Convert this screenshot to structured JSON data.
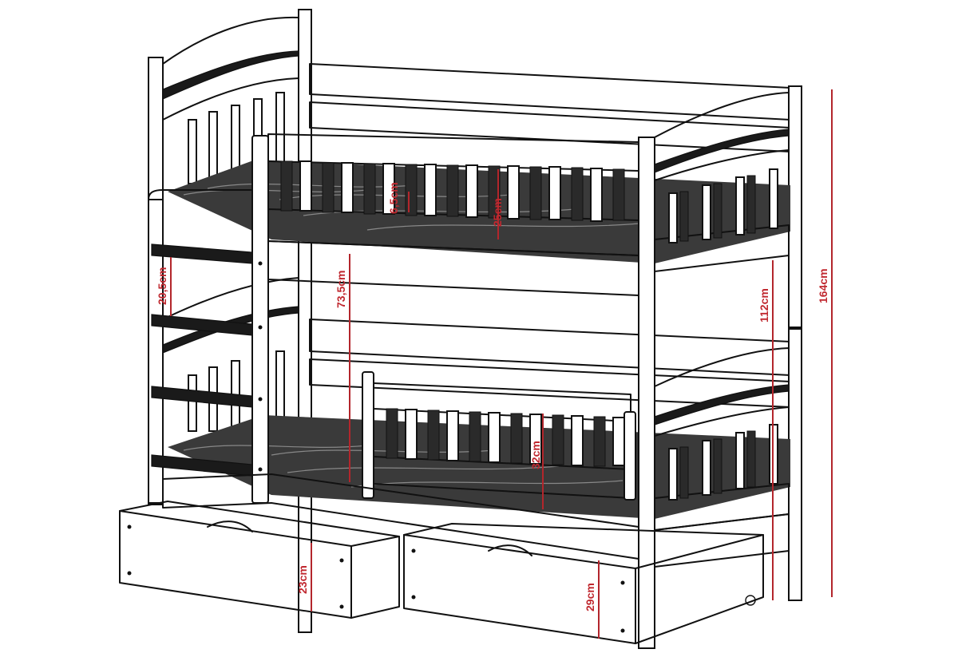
{
  "dimensions": {
    "rung_spacing": "20,5cm",
    "upper_clearance": "73,5cm",
    "rail_gap": "6,5cm",
    "upper_rail_height": "25cm",
    "lower_rail_height": "32cm",
    "lower_bed_height": "112cm",
    "total_height": "164cm",
    "drawer_front_height": "23cm",
    "drawer_side_height": "29cm"
  },
  "colors": {
    "line": "#111111",
    "dimension": "#b3262c"
  }
}
